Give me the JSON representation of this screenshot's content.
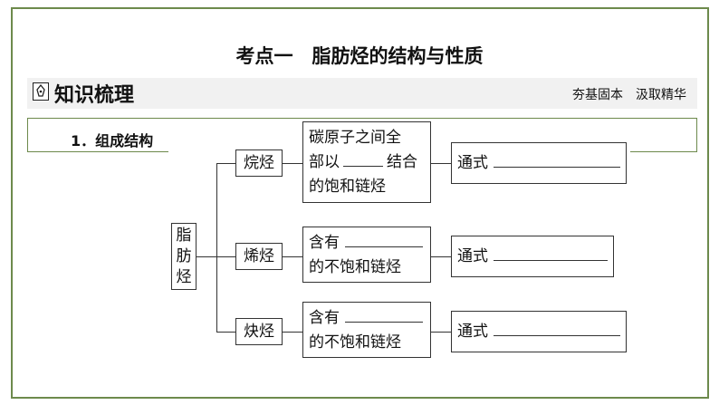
{
  "title": "考点一　脂肪烃的结构与性质",
  "section": {
    "heading": "知识梳理",
    "tag1": "夯基固本",
    "tag2": "汲取精华"
  },
  "sub": {
    "label": "1．组成结构"
  },
  "diagram": {
    "root": [
      "脂",
      "肪",
      "烃"
    ],
    "branches": [
      {
        "name": "烷烃",
        "desc_line1": "碳原子之间全",
        "desc_line2_pre": "部以",
        "desc_line2_post": "结合",
        "desc_line3": "的饱和链烃",
        "formula_label": "通式"
      },
      {
        "name": "烯烃",
        "desc_line1": "含有",
        "desc_line2": "的不饱和链烃",
        "formula_label": "通式"
      },
      {
        "name": "炔烃",
        "desc_line1": "含有",
        "desc_line2": "的不饱和链烃",
        "formula_label": "通式"
      }
    ]
  }
}
